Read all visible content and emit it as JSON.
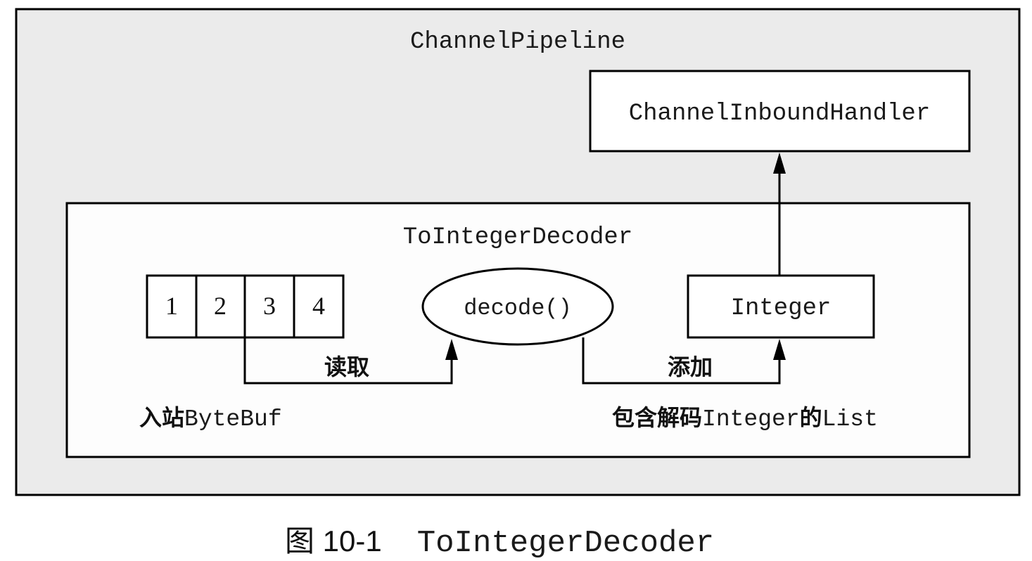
{
  "pipeline": {
    "label": "ChannelPipeline",
    "fill": "#ebebeb"
  },
  "inbound_handler": {
    "label": "ChannelInboundHandler"
  },
  "decoder": {
    "label": "ToIntegerDecoder",
    "fill": "#fdfdfd"
  },
  "bytebuf": {
    "cells": [
      "1",
      "2",
      "3",
      "4"
    ],
    "caption_cn": "入站",
    "caption_code": "ByteBuf"
  },
  "decode_method": {
    "label": "decode()"
  },
  "integer_box": {
    "label": "Integer"
  },
  "edges": {
    "read_label": "读取",
    "add_label": "添加"
  },
  "output_list": {
    "caption_cn_1": "包含解码",
    "caption_code_1": "Integer",
    "caption_cn_2": "的",
    "caption_code_2": "List"
  },
  "figure": {
    "number": "图 10-1",
    "title": "ToIntegerDecoder"
  }
}
